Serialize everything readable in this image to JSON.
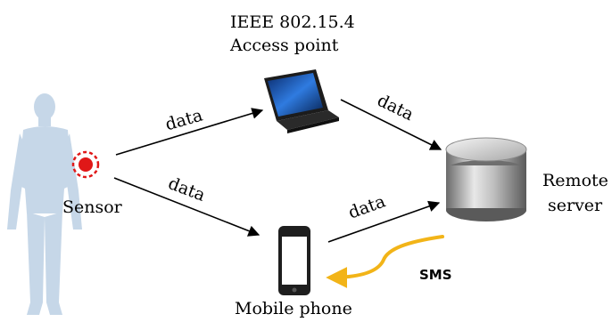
{
  "access_point": {
    "line1": "IEEE 802.15.4",
    "line2": "Access point",
    "icon": "laptop-icon"
  },
  "sensor": {
    "label": "Sensor",
    "icon": "body-silhouette-icon"
  },
  "mobile": {
    "label": "Mobile phone",
    "icon": "mobile-phone-icon"
  },
  "server": {
    "line1": "Remote",
    "line2": "server",
    "icon": "database-icon"
  },
  "links": {
    "sensor_to_ap": "data",
    "sensor_to_phone": "data",
    "ap_to_server": "data",
    "phone_to_server": "data",
    "server_to_phone": "SMS"
  },
  "colors": {
    "body": "#c6d7e8",
    "sensor_marker": "#e01818",
    "sms_arrow": "#f2b418",
    "arrow": "#000000"
  }
}
